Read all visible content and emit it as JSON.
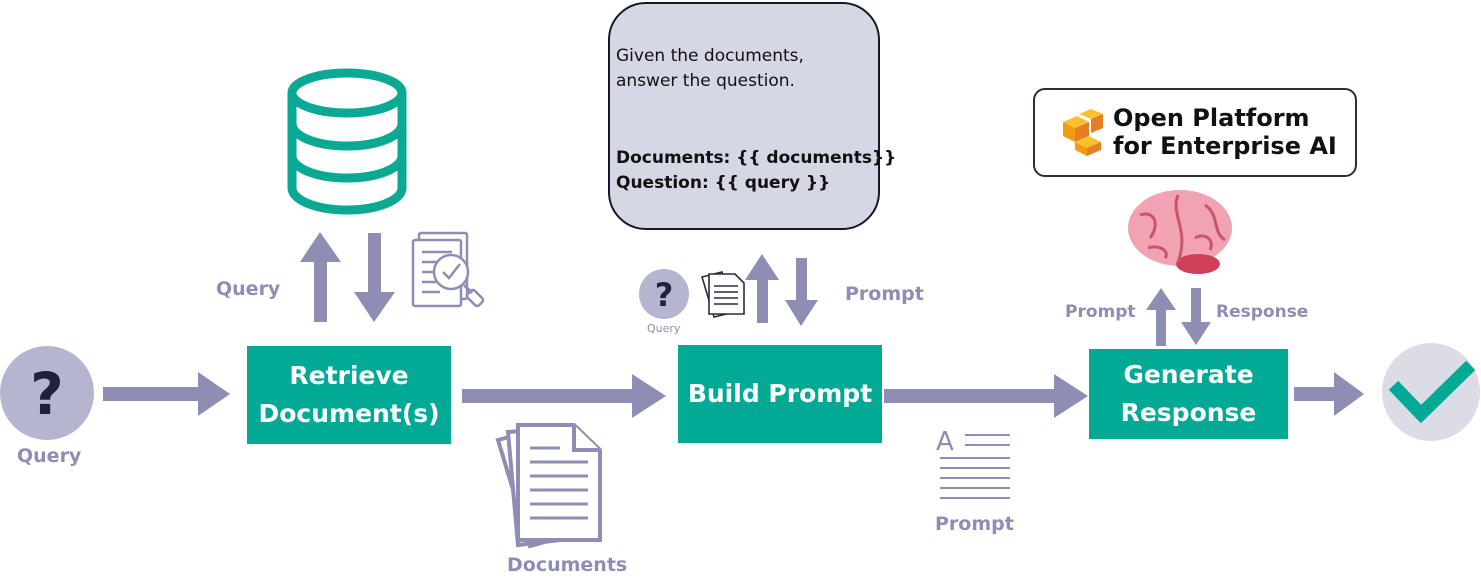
{
  "query_label": "Query",
  "query_up_label": "Query",
  "retrieve_box": {
    "line1": "Retrieve",
    "line2": "Document(s)"
  },
  "build_box": {
    "label": "Build Prompt"
  },
  "generate_box": {
    "line1": "Generate",
    "line2": "Response"
  },
  "documents_label": "Documents",
  "prompt_label_bottom": "Prompt",
  "prompt_label_top": "Prompt",
  "query_small_label": "Query",
  "gen_prompt_label": "Prompt",
  "gen_response_label": "Response",
  "prompt_template": {
    "line1": "Given the documents,",
    "line2": "answer the question.",
    "line3": "Documents: {{ documents}}",
    "line4": "Question: {{ query }}"
  },
  "logo": {
    "line1": "Open Platform",
    "line2": "for Enterprise AI"
  },
  "colors": {
    "teal": "#02aa96",
    "arrow": "#8e8db3",
    "circle": "#b5b5d0",
    "icon_dark": "#1f2142",
    "database": "#0aa993",
    "brain": "#f1a3b3",
    "check_bg": "#dcdce6"
  },
  "icons": [
    "question-icon",
    "database-icon",
    "document-search-icon",
    "documents-icon",
    "text-prompt-icon",
    "brain-icon",
    "checkmark-icon",
    "logo-cubes-icon"
  ]
}
